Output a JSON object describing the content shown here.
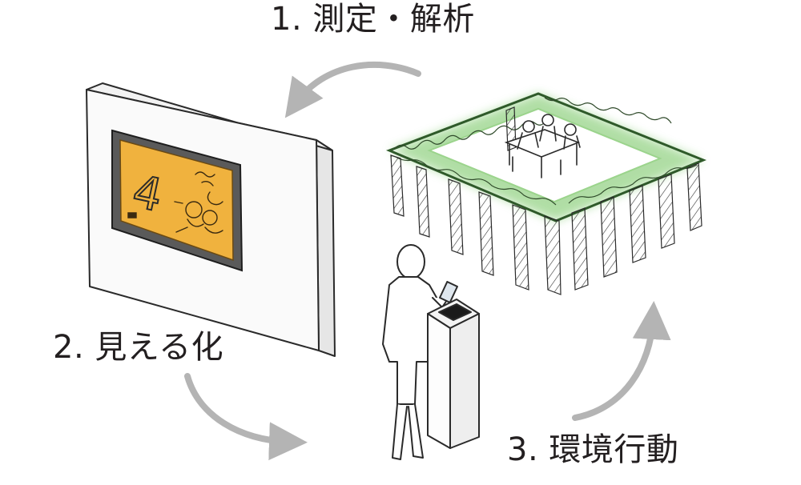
{
  "steps": [
    {
      "label": "1. 測定・解析"
    },
    {
      "label": "2. 見える化"
    },
    {
      "label": "3. 環境行動"
    }
  ],
  "display": {
    "number": "4"
  },
  "colors": {
    "screen_fill": "#f0b23e",
    "greenery": "#8fd07f",
    "arrow": "#b4b4b4",
    "ink": "#2a2a2a"
  }
}
